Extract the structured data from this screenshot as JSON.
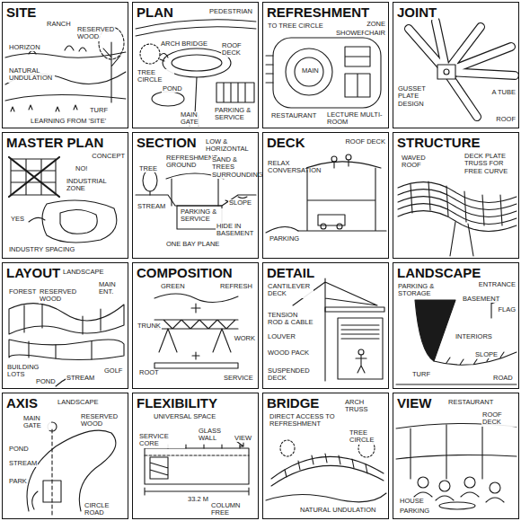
{
  "diagram": {
    "nodes": [
      {
        "text": [
          "SITE"
        ]
      },
      {
        "text": [
          "PLAN"
        ]
      },
      {
        "text": [
          "REFRESHMENT"
        ]
      },
      {
        "text": [
          "JOINT"
        ]
      },
      {
        "text": [
          "MASTER PLAN"
        ]
      },
      {
        "text": [
          "SECTION"
        ]
      },
      {
        "text": [
          "DECK"
        ]
      },
      {
        "text": [
          "STRUCTURE"
        ]
      },
      {
        "text": [
          "LAYOUT"
        ]
      },
      {
        "text": [
          "COMPOSITION"
        ]
      },
      {
        "text": [
          "DETAIL"
        ]
      },
      {
        "text": [
          "LANDSCAPE"
        ]
      },
      {
        "text": [
          "AXIS"
        ]
      },
      {
        "text": [
          "FLEXIBILITY"
        ]
      },
      {
        "text": [
          "BRIDGE"
        ]
      },
      {
        "text": [
          "VIEW"
        ]
      }
    ],
    "labels": [
      "RANCH",
      "RESERVED WOOD",
      "HORIZON",
      "NATURAL UNDULATION",
      "TURF",
      "LEARNING FROM 'SITE'",
      "PEDESTRIAN",
      "ARCH BRIDGE",
      "ROOF DECK",
      "TREE CIRCLE",
      "POND",
      "MAIN GATE",
      "PARKING & SERVICE",
      "ZONE",
      "TO TREE CIRCLE",
      "SHOWER",
      "CHAIR",
      "MAIN",
      "RESTAURANT",
      "LECTURE MULTI-ROOM",
      "GUSSET PLATE DESIGN",
      "A TUBE",
      "ROOF",
      "CONCEPT",
      "NO!",
      "INDUSTRIAL ZONE",
      "YES",
      "INDUSTRY SPACING",
      "LOW & HORIZONTAL",
      "REFRESHMENT GROUND",
      "SAND & TREES SURROUNDING",
      "TREE",
      "STREAM",
      "PARKING & SERVICE",
      "SLOPE",
      "HIDE IN BASEMENT",
      "ONE BAY PLANE",
      "ROOF DECK",
      "RELAX CONVERSATION",
      "PARKING",
      "WAVED ROOF",
      "DECK PLATE TRUSS FOR FREE CURVE",
      "LANDSCAPE",
      "MAIN ENT.",
      "FOREST",
      "RESERVED WOOD",
      "BUILDING LOTS",
      "POND",
      "STREAM",
      "GOLF",
      "GREEN",
      "REFRESH",
      "TRUNK",
      "WORK",
      "ROOT",
      "SERVICE",
      "CANTILEVER DECK",
      "TENSION ROD & CABLE",
      "LOUVER",
      "WOOD PACK",
      "SUSPENDED DECK",
      "ENTRANCE",
      "PARKING & STORAGE",
      "BASEMENT",
      "FLAG",
      "INTERIORS",
      "TURF",
      "SLOPE",
      "ROAD",
      "LANDSCAPE",
      "RESERVED WOOD",
      "MAIN GATE",
      "POND",
      "STREAM",
      "PARK",
      "CIRCLE ROAD",
      "UNIVERSAL SPACE",
      "GLASS WALL",
      "SERVICE CORE",
      "VIEW",
      "33.2 M",
      "COLUMN FREE",
      "ARCH TRUSS",
      "DIRECT ACCESS TO REFRESHMENT",
      "TREE CIRCLE",
      "NATURAL UNDULATION",
      "RESTAURANT",
      "ROOF DECK",
      "HOUSE",
      "PARKING"
    ]
  }
}
